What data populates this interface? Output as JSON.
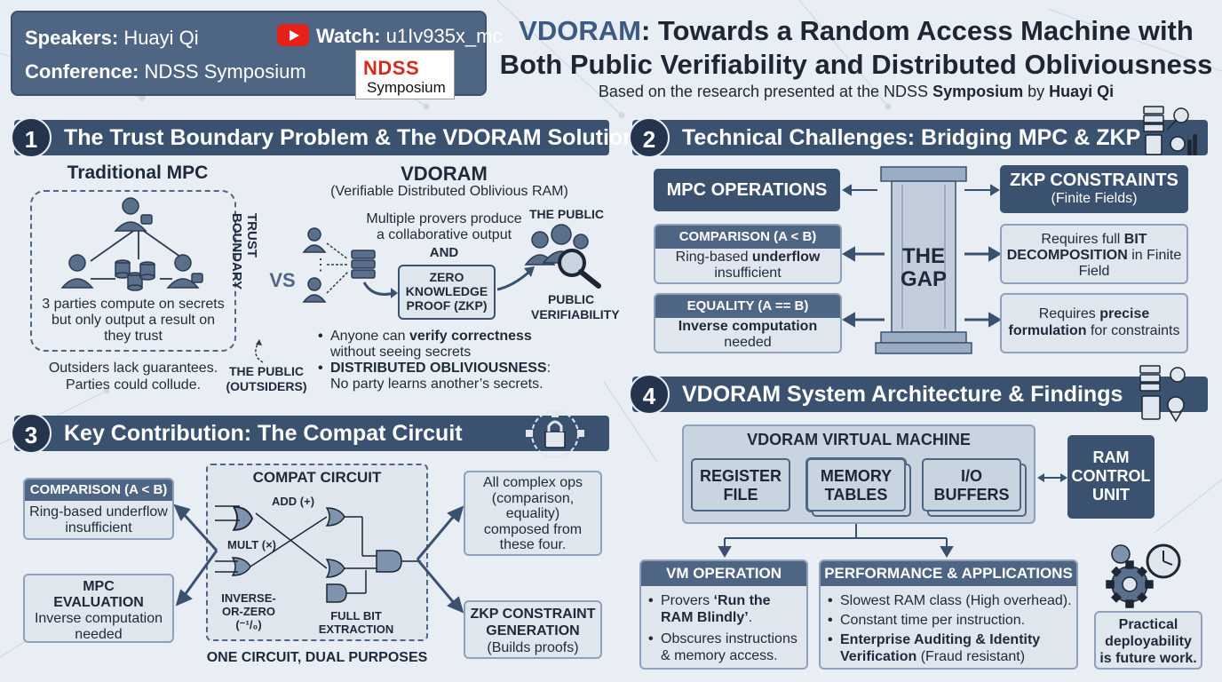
{
  "header": {
    "speakers_label": "Speakers:",
    "speakers_value": "Huayi Qi",
    "conference_label": "Conference:",
    "conference_value": "NDSS Symposium",
    "watch_label": "Watch:",
    "watch_value": "u1Iv935x_mc",
    "logo_top": "NDSS",
    "logo_bottom": "Symposium",
    "title_accent": "VDORAM",
    "title_rest1": ": Towards a Random Access Machine with",
    "title_line2": "Both Public Verifiability and Distributed Obliviousness",
    "subtitle_pre": "Based on the research presented at the NDSS ",
    "subtitle_b1": "Symposium",
    "subtitle_mid": " by ",
    "subtitle_b2": "Huayi Qi"
  },
  "colors": {
    "dark": "#3b5170",
    "mid": "#4e6584",
    "light": "#dfe6ee",
    "youtube": "#e62117",
    "ndss": "#d52b1e"
  },
  "icons": [
    "youtube-play-icon",
    "servers-key-icon",
    "server-gear-icon",
    "padlock-circuit-icon",
    "gears-clock-icon",
    "people-magnifier-icon",
    "database-icon",
    "person-icon",
    "pillar-icon"
  ],
  "s1": {
    "num": "1",
    "title": "The Trust Boundary Problem & The VDORAM Solution",
    "mpc_title": "Traditional MPC",
    "trust_boundary": "TRUST BOUNDARY",
    "mpc_desc1": "3 parties compute on secrets",
    "mpc_desc2": "but only output a result on",
    "mpc_desc3": "they trust",
    "outsiders1": "Outsiders lack guarantees.",
    "outsiders2": "Parties could collude.",
    "public_out1": "THE PUBLIC",
    "public_out2": "(OUTSIDERS)",
    "vs": "VS",
    "vdoram_title": "VDORAM",
    "vdoram_sub": "(Verifiable Distributed Oblivious RAM)",
    "provers1": "Multiple provers produce",
    "provers2": "a collaborative output",
    "and": "AND",
    "zkp1": "ZERO",
    "zkp2": "KNOWLEDGE",
    "zkp3": "PROOF (ZKP)",
    "public": "THE PUBLIC",
    "public_ver1": "PUBLIC",
    "public_ver2": "VERIFIABILITY",
    "b1_pre": "Anyone can ",
    "b1_bold": "verify correctness",
    "b1_line2": "without seeing secrets",
    "b2_bold": "DISTRIBUTED OBLIVIOUSNESS",
    "b2_colon": ":",
    "b2_line2": "No party learns another’s secrets."
  },
  "s2": {
    "num": "2",
    "title": "Technical Challenges: Bridging MPC & ZKP",
    "mpc_ops": "MPC OPERATIONS",
    "zkp_cons": "ZKP CONSTRAINTS",
    "zkp_cons_sub": "(Finite Fields)",
    "cmp_head": "COMPARISON (A < B)",
    "cmp_body_pre": "Ring-based ",
    "cmp_body_bold": "underflow",
    "cmp_body_line2": "insufficient",
    "eq_head": "EQUALITY (A == B)",
    "eq_body_bold": "Inverse computation",
    "eq_body_line2": "needed",
    "gap1": "THE",
    "gap2": "GAP",
    "req1_pre": "Requires full ",
    "req1_bold1": "BIT",
    "req1_bold2": "DECOMPOSITION",
    "req1_post": " in Finite",
    "req1_line3": "Field",
    "req2_pre": "Requires ",
    "req2_bold1": "precise",
    "req2_bold2": "formulation",
    "req2_post": " for constraints"
  },
  "s3": {
    "num": "3",
    "title": "Key Contribution: The Compat Circuit",
    "cmp_head": "COMPARISON (A < B)",
    "cmp_body1": "Ring-based underflow",
    "cmp_body2": "insufficient",
    "mpc_eval1": "MPC",
    "mpc_eval2": "EVALUATION",
    "mpc_eval3": "Inverse computation",
    "mpc_eval4": "needed",
    "compat_title": "COMPAT CIRCUIT",
    "gate_add": "ADD (+)",
    "gate_mult": "MULT (×)",
    "gate_inv1": "INVERSE-",
    "gate_inv2": "OR-ZERO",
    "gate_inv3": "(⁻¹/₀)",
    "gate_bit1": "FULL BIT",
    "gate_bit2": "EXTRACTION",
    "dual": "ONE CIRCUIT, DUAL PURPOSES",
    "complex1": "All complex ops",
    "complex2": "(comparison,",
    "complex3": "equality)",
    "complex4": "composed from",
    "complex5": "these four.",
    "zkpgen1": "ZKP CONSTRAINT",
    "zkpgen2": "GENERATION",
    "zkpgen3": "(Builds proofs)"
  },
  "s4": {
    "num": "4",
    "title": "VDORAM System Architecture & Findings",
    "vm_title": "VDORAM VIRTUAL MACHINE",
    "reg1": "REGISTER",
    "reg2": "FILE",
    "mem1": "MEMORY",
    "mem2": "TABLES",
    "io1": "I/O",
    "io2": "BUFFERS",
    "ram1": "RAM",
    "ram2": "CONTROL",
    "ram3": "UNIT",
    "vmop_head": "VM OPERATION",
    "vmop_b1_pre": "Provers ",
    "vmop_b1_bold": "‘Run the RAM Blindly’",
    "vmop_b1_post": ".",
    "vmop_b2": "Obscures instructions & memory access.",
    "perf_head": "PERFORMANCE & APPLICATIONS",
    "perf_b1": "Slowest RAM class (High overhead).",
    "perf_b2": "Constant time per instruction.",
    "perf_b3_bold": "Enterprise Auditing & Identity Verification",
    "perf_b3_post": " (Fraud resistant)",
    "future1": "Practical",
    "future2": "deployability",
    "future3": "is future work."
  }
}
